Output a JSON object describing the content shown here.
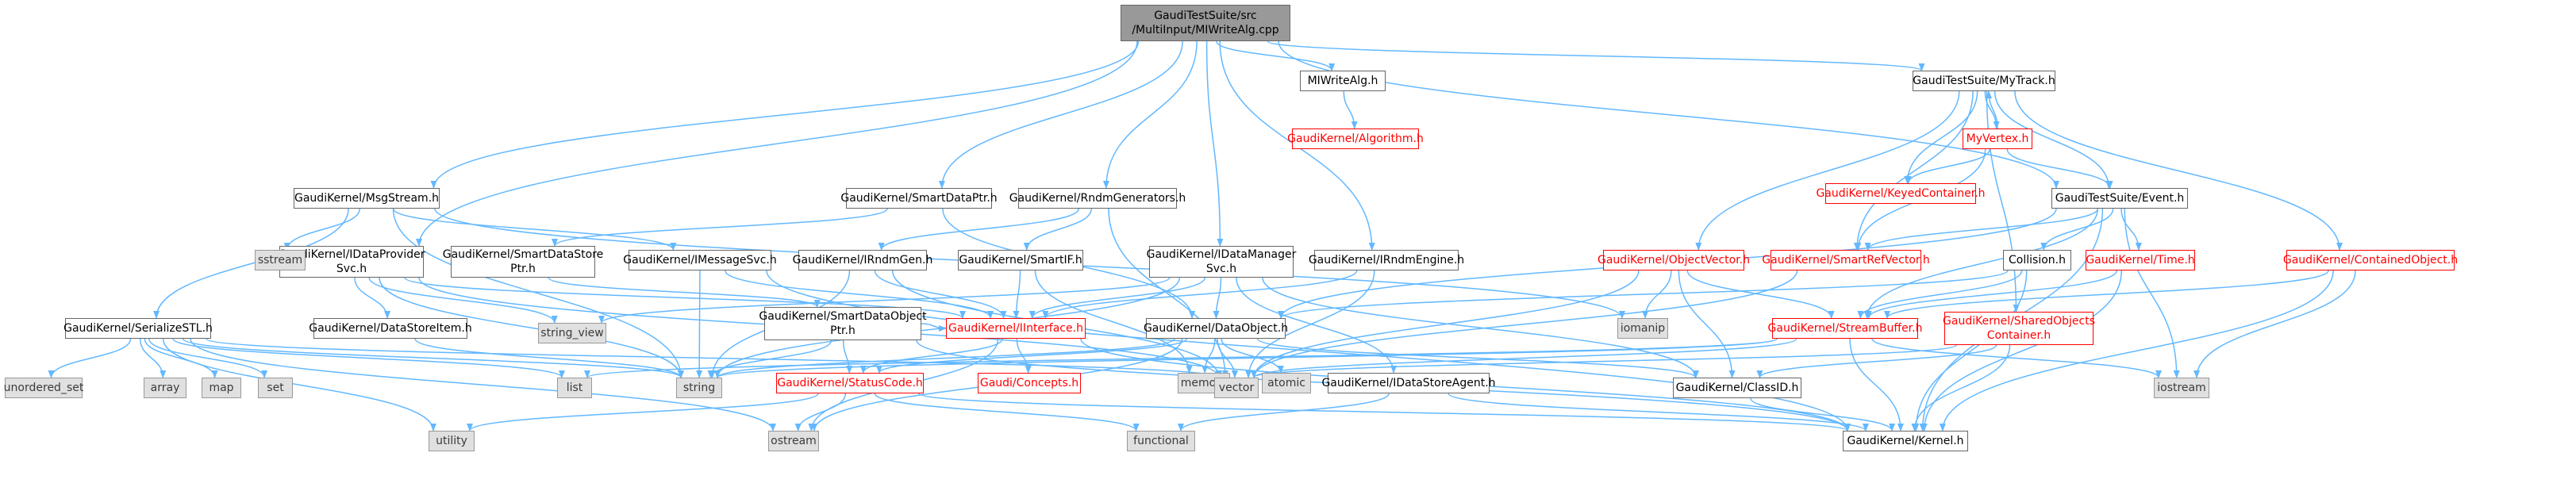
{
  "colors": {
    "edge": "#63b8ff",
    "node_border": "#666666",
    "external_fill": "#e0e0e0",
    "incomplete_text": "#ff0000",
    "root_fill": "#999999"
  },
  "nodes": [
    {
      "id": "root",
      "label": "GaudiTestSuite/src\n/MultiInput/MIWriteAlg.cpp",
      "kind": "root"
    },
    {
      "id": "miwritealg_h",
      "label": "MIWriteAlg.h",
      "kind": "normal"
    },
    {
      "id": "algorithm_h",
      "label": "GaudiKernel/Algorithm.h",
      "kind": "incomplete"
    },
    {
      "id": "mytrack_h",
      "label": "GaudiTestSuite/MyTrack.h",
      "kind": "normal"
    },
    {
      "id": "myvertex_h",
      "label": "MyVertex.h",
      "kind": "incomplete"
    },
    {
      "id": "keyedcontainer_h",
      "label": "GaudiKernel/KeyedContainer.h",
      "kind": "incomplete"
    },
    {
      "id": "event_h",
      "label": "GaudiTestSuite/Event.h",
      "kind": "normal"
    },
    {
      "id": "smartrefvector_h",
      "label": "GaudiKernel/SmartRefVector.h",
      "kind": "incomplete"
    },
    {
      "id": "objectvector_h",
      "label": "GaudiKernel/ObjectVector.h",
      "kind": "incomplete"
    },
    {
      "id": "collision_h",
      "label": "Collision.h",
      "kind": "normal"
    },
    {
      "id": "time_h",
      "label": "GaudiKernel/Time.h",
      "kind": "incomplete"
    },
    {
      "id": "containedobject_h",
      "label": "GaudiKernel/ContainedObject.h",
      "kind": "incomplete"
    },
    {
      "id": "streambuffer_h",
      "label": "GaudiKernel/StreamBuffer.h",
      "kind": "incomplete"
    },
    {
      "id": "sharedobjectscontainer_h",
      "label": "GaudiKernel/SharedObjects\nContainer.h",
      "kind": "incomplete"
    },
    {
      "id": "msgstream_h",
      "label": "GaudiKernel/MsgStream.h",
      "kind": "normal"
    },
    {
      "id": "smartdataptr_h",
      "label": "GaudiKernel/SmartDataPtr.h",
      "kind": "normal"
    },
    {
      "id": "rndmgenerators_h",
      "label": "GaudiKernel/RndmGenerators.h",
      "kind": "normal"
    },
    {
      "id": "idataprovidersvc_h",
      "label": "GaudiKernel/IDataProvider\nSvc.h",
      "kind": "normal"
    },
    {
      "id": "smartdatastoreptr_h",
      "label": "GaudiKernel/SmartDataStore\nPtr.h",
      "kind": "normal"
    },
    {
      "id": "imessagesvc_h",
      "label": "GaudiKernel/IMessageSvc.h",
      "kind": "normal"
    },
    {
      "id": "irndmgen_h",
      "label": "GaudiKernel/IRndmGen.h",
      "kind": "normal"
    },
    {
      "id": "smartif_h",
      "label": "GaudiKernel/SmartIF.h",
      "kind": "normal"
    },
    {
      "id": "idatamanagersvc_h",
      "label": "GaudiKernel/IDataManager\nSvc.h",
      "kind": "normal"
    },
    {
      "id": "irndmengine_h",
      "label": "GaudiKernel/IRndmEngine.h",
      "kind": "normal"
    },
    {
      "id": "serializestl_h",
      "label": "GaudiKernel/SerializeSTL.h",
      "kind": "normal"
    },
    {
      "id": "sstream",
      "label": "sstream",
      "kind": "external"
    },
    {
      "id": "datastoreitem_h",
      "label": "GaudiKernel/DataStoreItem.h",
      "kind": "normal"
    },
    {
      "id": "string_view",
      "label": "string_view",
      "kind": "external"
    },
    {
      "id": "smartdataobjectptr_h",
      "label": "GaudiKernel/SmartDataObject\nPtr.h",
      "kind": "normal"
    },
    {
      "id": "iinterface_h",
      "label": "GaudiKernel/IInterface.h",
      "kind": "incomplete"
    },
    {
      "id": "dataobject_h",
      "label": "GaudiKernel/DataObject.h",
      "kind": "normal"
    },
    {
      "id": "iomanip",
      "label": "iomanip",
      "kind": "external"
    },
    {
      "id": "unordered_set",
      "label": "unordered_set",
      "kind": "external"
    },
    {
      "id": "array",
      "label": "array",
      "kind": "external"
    },
    {
      "id": "map",
      "label": "map",
      "kind": "external"
    },
    {
      "id": "set",
      "label": "set",
      "kind": "external"
    },
    {
      "id": "list",
      "label": "list",
      "kind": "external"
    },
    {
      "id": "string",
      "label": "string",
      "kind": "external"
    },
    {
      "id": "statuscode_h",
      "label": "GaudiKernel/StatusCode.h",
      "kind": "incomplete"
    },
    {
      "id": "concepts_h",
      "label": "Gaudi/Concepts.h",
      "kind": "incomplete"
    },
    {
      "id": "memory",
      "label": "memory",
      "kind": "external"
    },
    {
      "id": "atomic",
      "label": "atomic",
      "kind": "external"
    },
    {
      "id": "vector",
      "label": "vector",
      "kind": "external"
    },
    {
      "id": "idatastoreagent_h",
      "label": "GaudiKernel/IDataStoreAgent.h",
      "kind": "normal"
    },
    {
      "id": "classid_h",
      "label": "GaudiKernel/ClassID.h",
      "kind": "normal"
    },
    {
      "id": "iostream",
      "label": "iostream",
      "kind": "external"
    },
    {
      "id": "utility",
      "label": "utility",
      "kind": "external"
    },
    {
      "id": "ostream",
      "label": "ostream",
      "kind": "external"
    },
    {
      "id": "functional",
      "label": "functional",
      "kind": "external"
    },
    {
      "id": "kernel_h",
      "label": "GaudiKernel/Kernel.h",
      "kind": "normal"
    }
  ],
  "edges": [
    [
      "root",
      "miwritealg_h"
    ],
    [
      "root",
      "mytrack_h"
    ],
    [
      "root",
      "event_h"
    ],
    [
      "root",
      "msgstream_h"
    ],
    [
      "root",
      "idataprovidersvc_h"
    ],
    [
      "root",
      "smartdataptr_h"
    ],
    [
      "root",
      "rndmgenerators_h"
    ],
    [
      "root",
      "idatamanagersvc_h"
    ],
    [
      "root",
      "irndmengine_h"
    ],
    [
      "miwritealg_h",
      "algorithm_h"
    ],
    [
      "mytrack_h",
      "myvertex_h"
    ],
    [
      "mytrack_h",
      "keyedcontainer_h"
    ],
    [
      "mytrack_h",
      "event_h"
    ],
    [
      "mytrack_h",
      "smartrefvector_h"
    ],
    [
      "mytrack_h",
      "objectvector_h"
    ],
    [
      "mytrack_h",
      "containedobject_h"
    ],
    [
      "mytrack_h",
      "sharedobjectscontainer_h"
    ],
    [
      "myvertex_h",
      "mytrack_h"
    ],
    [
      "myvertex_h",
      "keyedcontainer_h"
    ],
    [
      "myvertex_h",
      "event_h"
    ],
    [
      "myvertex_h",
      "smartrefvector_h"
    ],
    [
      "event_h",
      "collision_h"
    ],
    [
      "event_h",
      "time_h"
    ],
    [
      "event_h",
      "smartrefvector_h"
    ],
    [
      "event_h",
      "dataobject_h"
    ],
    [
      "event_h",
      "streambuffer_h"
    ],
    [
      "event_h",
      "iostream"
    ],
    [
      "event_h",
      "kernel_h"
    ],
    [
      "objectvector_h",
      "streambuffer_h"
    ],
    [
      "objectvector_h",
      "iomanip"
    ],
    [
      "objectvector_h",
      "vector"
    ],
    [
      "objectvector_h",
      "classid_h"
    ],
    [
      "smartrefvector_h",
      "vector"
    ],
    [
      "collision_h",
      "dataobject_h"
    ],
    [
      "collision_h",
      "streambuffer_h"
    ],
    [
      "collision_h",
      "kernel_h"
    ],
    [
      "time_h",
      "streambuffer_h"
    ],
    [
      "time_h",
      "kernel_h"
    ],
    [
      "containedobject_h",
      "streambuffer_h"
    ],
    [
      "containedobject_h",
      "iostream"
    ],
    [
      "containedobject_h",
      "kernel_h"
    ],
    [
      "streambuffer_h",
      "list"
    ],
    [
      "streambuffer_h",
      "string"
    ],
    [
      "streambuffer_h",
      "vector"
    ],
    [
      "streambuffer_h",
      "iostream"
    ],
    [
      "streambuffer_h",
      "kernel_h"
    ],
    [
      "sharedobjectscontainer_h",
      "vector"
    ],
    [
      "sharedobjectscontainer_h",
      "classid_h"
    ],
    [
      "sharedobjectscontainer_h",
      "kernel_h"
    ],
    [
      "msgstream_h",
      "sstream"
    ],
    [
      "msgstream_h",
      "serializestl_h"
    ],
    [
      "msgstream_h",
      "imessagesvc_h"
    ],
    [
      "msgstream_h",
      "string"
    ],
    [
      "msgstream_h",
      "iomanip"
    ],
    [
      "idataprovidersvc_h",
      "datastoreitem_h"
    ],
    [
      "idataprovidersvc_h",
      "string_view"
    ],
    [
      "idataprovidersvc_h",
      "iinterface_h"
    ],
    [
      "idataprovidersvc_h",
      "string"
    ],
    [
      "idataprovidersvc_h",
      "vector"
    ],
    [
      "smartdataptr_h",
      "smartdatastoreptr_h"
    ],
    [
      "smartdataptr_h",
      "dataobject_h"
    ],
    [
      "smartdatastoreptr_h",
      "smartdataobjectptr_h"
    ],
    [
      "imessagesvc_h",
      "iinterface_h"
    ],
    [
      "imessagesvc_h",
      "string"
    ],
    [
      "imessagesvc_h",
      "kernel_h"
    ],
    [
      "rndmgenerators_h",
      "irndmgen_h"
    ],
    [
      "rndmgenerators_h",
      "smartif_h"
    ],
    [
      "rndmgenerators_h",
      "vector"
    ],
    [
      "irndmgen_h",
      "iinterface_h"
    ],
    [
      "irndmgen_h",
      "string"
    ],
    [
      "irndmgen_h",
      "vector"
    ],
    [
      "smartif_h",
      "iinterface_h"
    ],
    [
      "smartif_h",
      "memory"
    ],
    [
      "idatamanagersvc_h",
      "iinterface_h"
    ],
    [
      "idatamanagersvc_h",
      "dataobject_h"
    ],
    [
      "idatamanagersvc_h",
      "idatastoreagent_h"
    ],
    [
      "idatamanagersvc_h",
      "string"
    ],
    [
      "idatamanagersvc_h",
      "string_view"
    ],
    [
      "idatamanagersvc_h",
      "classid_h"
    ],
    [
      "irndmengine_h",
      "iinterface_h"
    ],
    [
      "irndmengine_h",
      "vector"
    ],
    [
      "serializestl_h",
      "unordered_set"
    ],
    [
      "serializestl_h",
      "array"
    ],
    [
      "serializestl_h",
      "map"
    ],
    [
      "serializestl_h",
      "set"
    ],
    [
      "serializestl_h",
      "list"
    ],
    [
      "serializestl_h",
      "string"
    ],
    [
      "serializestl_h",
      "vector"
    ],
    [
      "serializestl_h",
      "utility"
    ],
    [
      "serializestl_h",
      "ostream"
    ],
    [
      "datastoreitem_h",
      "string"
    ],
    [
      "smartdataobjectptr_h",
      "statuscode_h"
    ],
    [
      "smartdataobjectptr_h",
      "iinterface_h"
    ],
    [
      "smartdataobjectptr_h",
      "string"
    ],
    [
      "smartdataobjectptr_h",
      "kernel_h"
    ],
    [
      "iinterface_h",
      "statuscode_h"
    ],
    [
      "iinterface_h",
      "concepts_h"
    ],
    [
      "iinterface_h",
      "ostream"
    ],
    [
      "iinterface_h",
      "kernel_h"
    ],
    [
      "dataobject_h",
      "string"
    ],
    [
      "dataobject_h",
      "memory"
    ],
    [
      "dataobject_h",
      "atomic"
    ],
    [
      "dataobject_h",
      "vector"
    ],
    [
      "dataobject_h",
      "statuscode_h"
    ],
    [
      "dataobject_h",
      "classid_h"
    ],
    [
      "dataobject_h",
      "ostream"
    ],
    [
      "statuscode_h",
      "utility"
    ],
    [
      "statuscode_h",
      "ostream"
    ],
    [
      "statuscode_h",
      "functional"
    ],
    [
      "statuscode_h",
      "kernel_h"
    ],
    [
      "idatastoreagent_h",
      "functional"
    ],
    [
      "idatastoreagent_h",
      "kernel_h"
    ],
    [
      "classid_h",
      "kernel_h"
    ]
  ]
}
